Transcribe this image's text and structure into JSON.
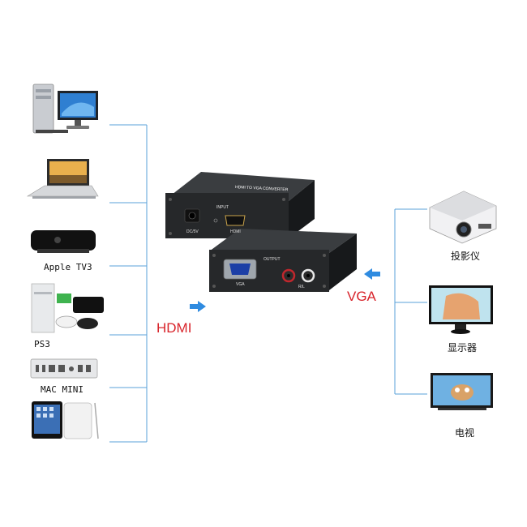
{
  "left_devices": [
    {
      "icon": "desktop-pc-icon",
      "label": ""
    },
    {
      "icon": "laptop-icon",
      "label": ""
    },
    {
      "icon": "apple-tv-icon",
      "label": "Apple TV3"
    },
    {
      "icon": "game-console-icon",
      "label": "PS3"
    },
    {
      "icon": "mac-mini-icon",
      "label": "MAC MINI"
    },
    {
      "icon": "tablet-icon",
      "label": ""
    }
  ],
  "right_devices": [
    {
      "icon": "projector-icon",
      "label": "投影仪"
    },
    {
      "icon": "monitor-icon",
      "label": "显示器"
    },
    {
      "icon": "television-icon",
      "label": "电视"
    }
  ],
  "labels": {
    "input_signal": "HDMI",
    "output_signal": "VGA"
  },
  "converter": {
    "back_panel": {
      "input_label": "INPUT",
      "hdmi_label": "HDMI",
      "power_label": "DC/5V"
    },
    "front_panel": {
      "output_label": "OUTPUT",
      "vga_label": "VGA",
      "audio_label": "R/L"
    }
  },
  "colors": {
    "connector_line": "#5aa0d8",
    "arrow": "#2f8be0",
    "signal_text": "#d8232a",
    "device_body": "#2a2c2e"
  }
}
